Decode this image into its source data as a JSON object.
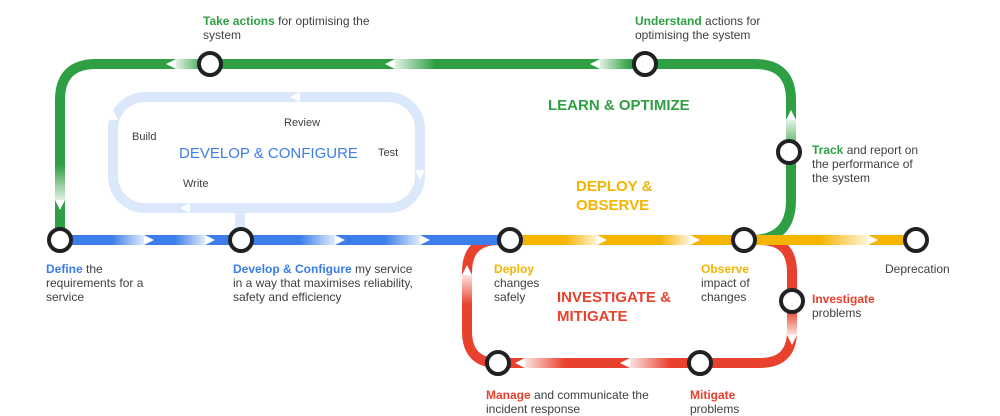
{
  "colors": {
    "green": "#2ea043",
    "blue": "#3b7de9",
    "yellow": "#f5b400",
    "red": "#e8412d",
    "light_blue": "#dbe7fb",
    "station": "#202124"
  },
  "loops": {
    "learn": "LEARN & OPTIMIZE",
    "develop": "DEVELOP & CONFIGURE",
    "deploy_l1": "DEPLOY &",
    "deploy_l2": "OBSERVE",
    "investigate_l1": "INVESTIGATE &",
    "investigate_l2": "MITIGATE"
  },
  "dev_cycle": {
    "build": "Build",
    "review": "Review",
    "test": "Test",
    "write": "Write"
  },
  "stations": {
    "take_actions": {
      "bold": "Take actions",
      "rest": " for optimising the",
      "line2": "system"
    },
    "understand": {
      "bold": "Understand",
      "rest": " actions for",
      "line2": "optimising the system"
    },
    "track": {
      "bold": "Track",
      "rest": " and report on",
      "line2": "the performance of",
      "line3": "the system"
    },
    "define": {
      "bold": "Define",
      "rest": " the",
      "line2": "requirements for a",
      "line3": "service"
    },
    "develop": {
      "bold": "Develop & Configure",
      "rest": " my service",
      "line2": "in a way that maximises reliability,",
      "line3": "safety and efficiency"
    },
    "deploy": {
      "bold": "Deploy",
      "line2": "changes",
      "line3": "safely"
    },
    "observe": {
      "bold": "Observe",
      "line2": "impact of",
      "line3": "changes"
    },
    "deprecation": "Deprecation",
    "investigate": {
      "bold": "Investigate",
      "line2": "problems"
    },
    "mitigate": {
      "bold": "Mitigate",
      "line2": "problems"
    },
    "manage": {
      "bold": "Manage",
      "rest": " and communicate the",
      "line2": "incident response"
    }
  }
}
